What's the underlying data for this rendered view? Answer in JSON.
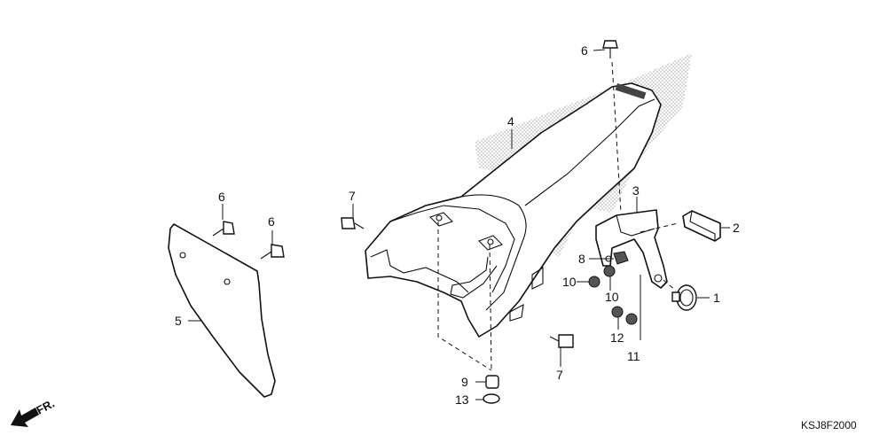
{
  "diagram": {
    "reference_code": "KSJ8F2000",
    "direction_label": "FR.",
    "callouts": [
      "1",
      "2",
      "3",
      "4",
      "5",
      "6",
      "6",
      "6",
      "7",
      "7",
      "8",
      "9",
      "10",
      "10",
      "11",
      "12",
      "13"
    ]
  },
  "colors": {
    "line": "#111111",
    "stipple": "#999999",
    "background": "#ffffff"
  }
}
